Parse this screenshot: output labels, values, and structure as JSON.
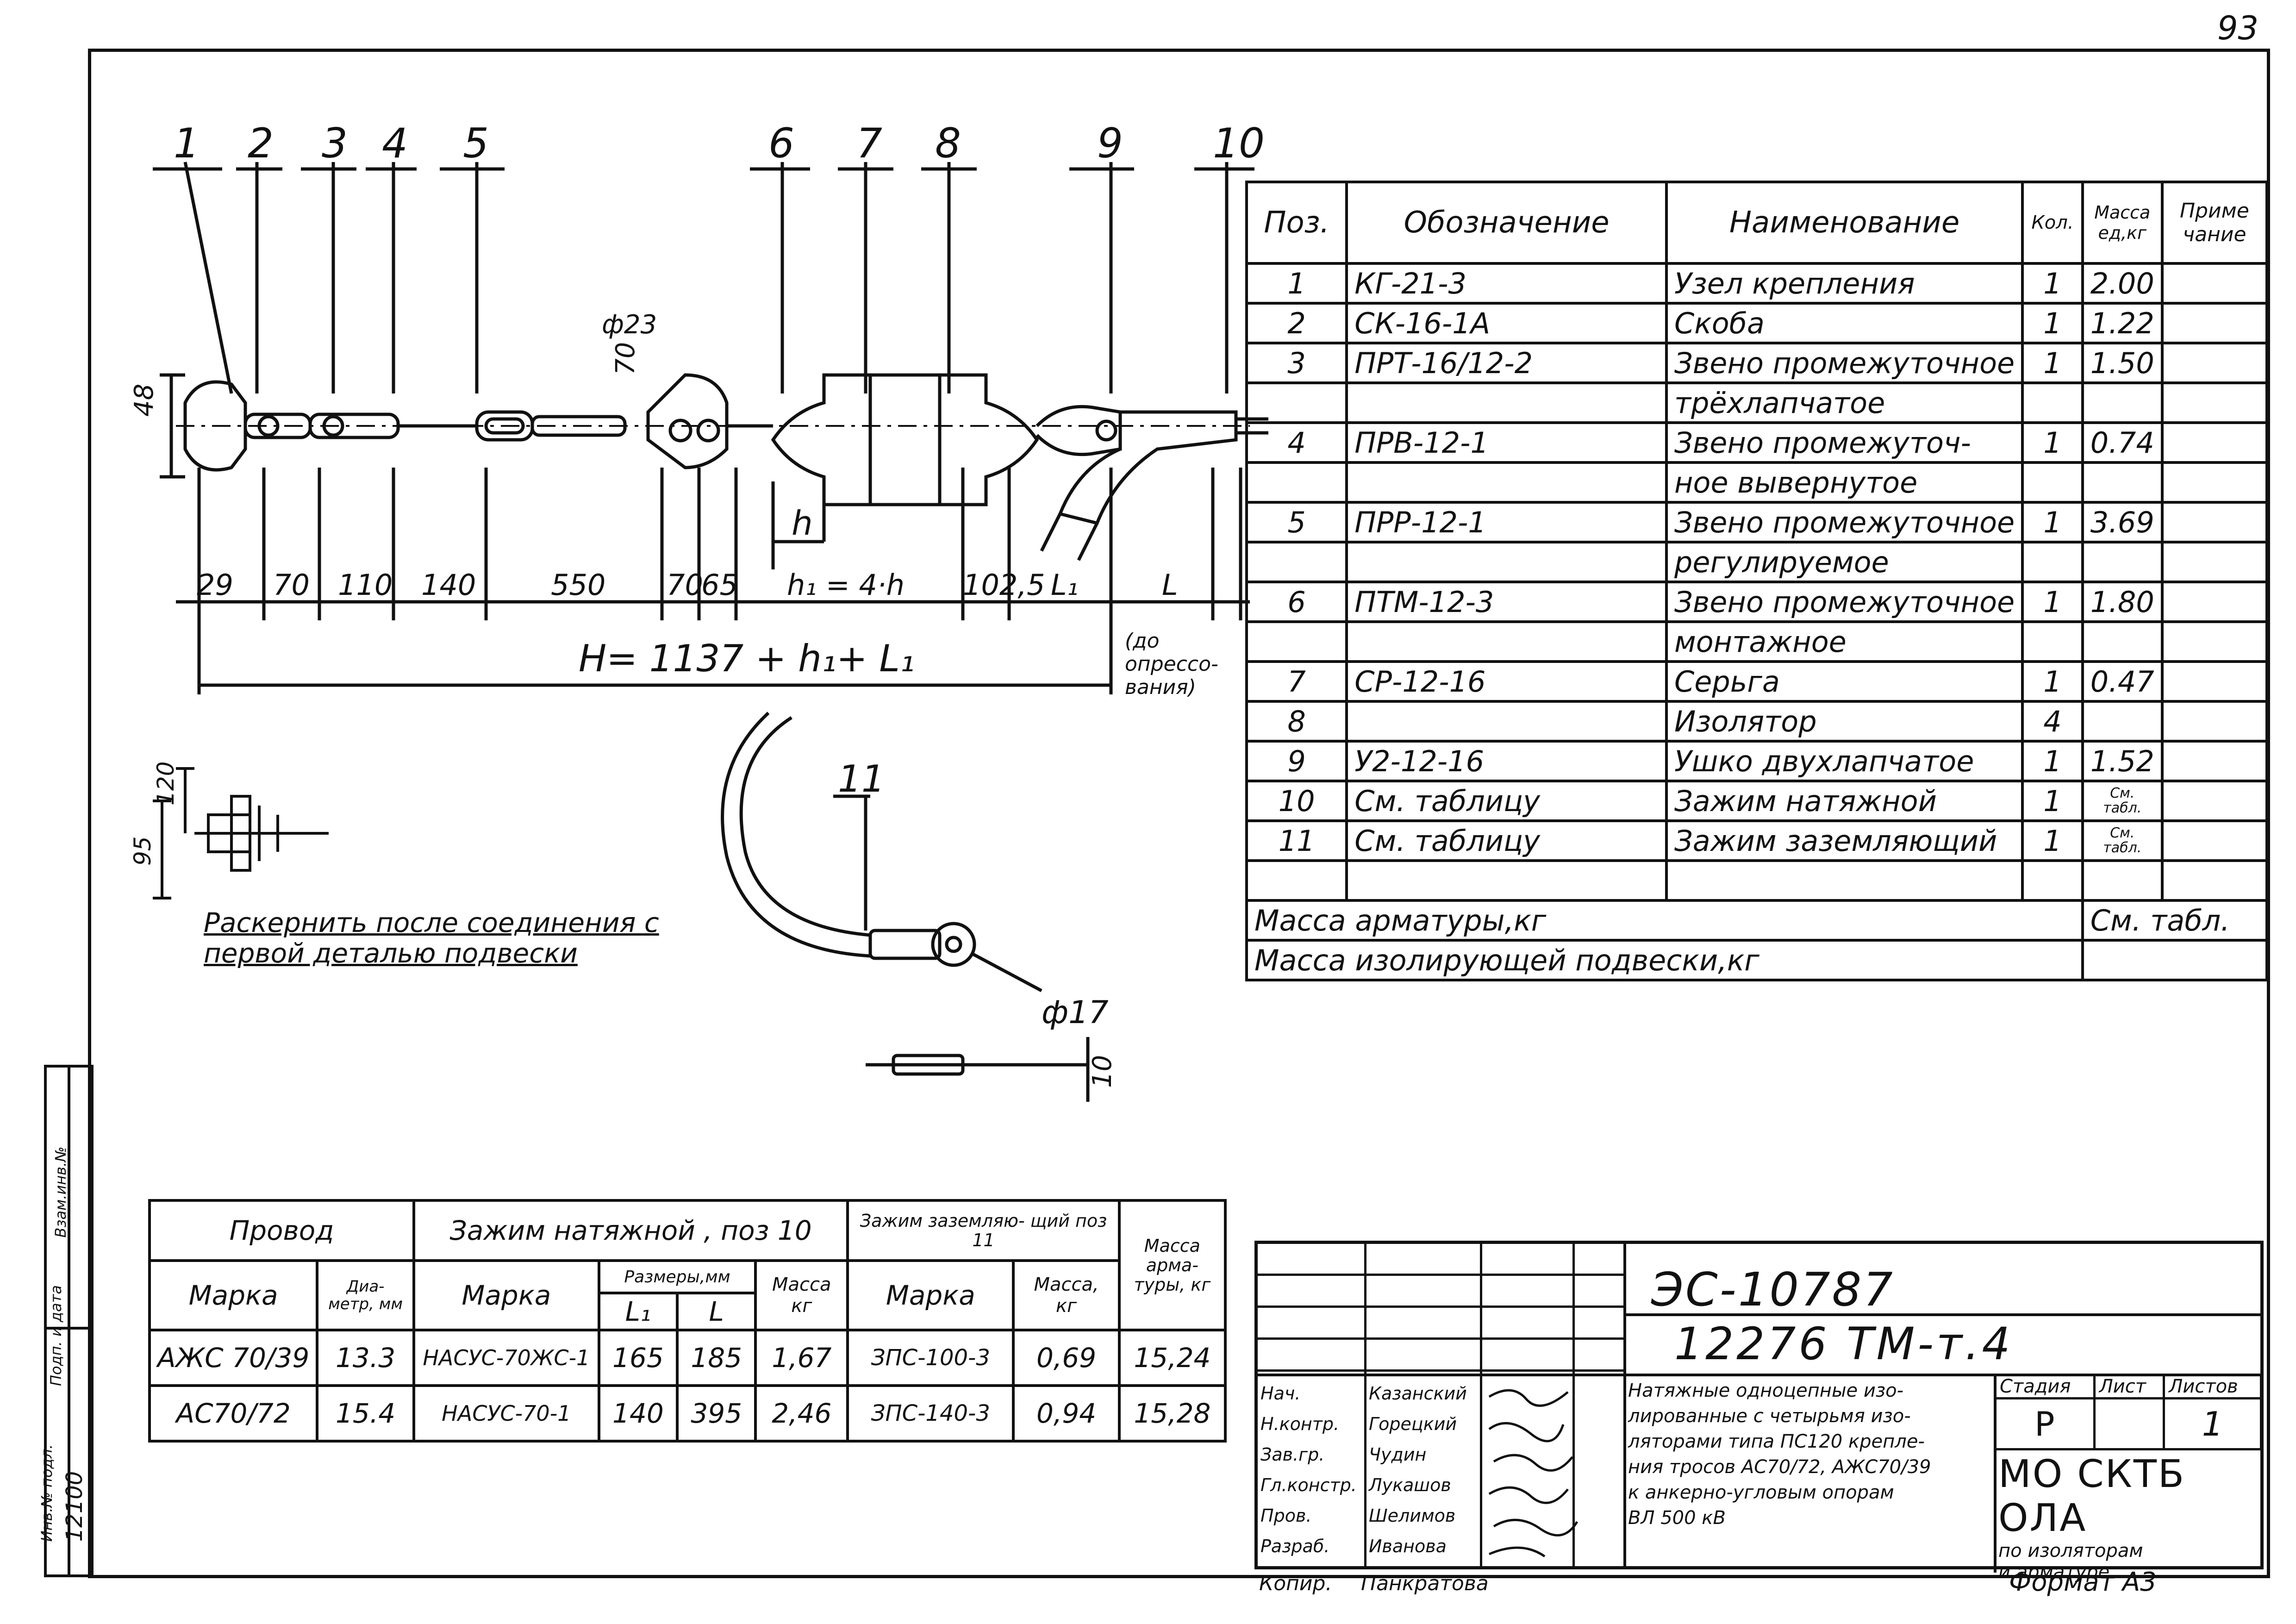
{
  "sheet_number_corner": "93",
  "spec_table": {
    "headers": {
      "pos": "Поз.",
      "designation": "Обозначение",
      "name": "Наименование",
      "qty": "Кол.",
      "mass": "Масса ед,кг",
      "note": "Приме чание"
    },
    "rows": [
      {
        "pos": "1",
        "designation": "КГ-21-3",
        "name": "Узел крепления",
        "qty": "1",
        "mass": "2.00"
      },
      {
        "pos": "2",
        "designation": "СК-16-1А",
        "name": "Скоба",
        "qty": "1",
        "mass": "1.22"
      },
      {
        "pos": "3",
        "designation": "ПРТ-16/12-2",
        "name": "Звено промежуточное",
        "name2": "трёхлапчатое",
        "qty": "1",
        "mass": "1.50"
      },
      {
        "pos": "4",
        "designation": "ПРВ-12-1",
        "name": "Звено промежуточ-",
        "name2": "ное вывернутое",
        "qty": "1",
        "mass": "0.74"
      },
      {
        "pos": "5",
        "designation": "ПРР-12-1",
        "name": "Звено промежуточное",
        "name2": "регулируемое",
        "qty": "1",
        "mass": "3.69"
      },
      {
        "pos": "6",
        "designation": "ПТМ-12-3",
        "name": "Звено промежуточное",
        "name2": "монтажное",
        "qty": "1",
        "mass": "1.80"
      },
      {
        "pos": "7",
        "designation": "СР-12-16",
        "name": "Серьга",
        "qty": "1",
        "mass": "0.47"
      },
      {
        "pos": "8",
        "designation": "",
        "name": "Изолятор",
        "qty": "4",
        "mass": ""
      },
      {
        "pos": "9",
        "designation": "У2-12-16",
        "name": "Ушко двухлапчатое",
        "qty": "1",
        "mass": "1.52"
      },
      {
        "pos": "10",
        "designation": "См. таблицу",
        "name": "Зажим натяжной",
        "qty": "1",
        "mass": "См. табл."
      },
      {
        "pos": "11",
        "designation": "См. таблицу",
        "name": "Зажим заземляющий",
        "qty": "1",
        "mass": "См. табл."
      }
    ],
    "mass_fittings_label": "Масса арматуры,кг",
    "mass_fittings_value": "См. табл.",
    "mass_insulating_label": "Масса изолирующей подвески,кг"
  },
  "drawing": {
    "callouts": [
      "1",
      "2",
      "3",
      "4",
      "5",
      "6",
      "7",
      "8",
      "9",
      "10"
    ],
    "dims": [
      "29",
      "70",
      "110",
      "140",
      "550",
      "70",
      "65",
      "h₁ = 4·h",
      "102,5",
      "L₁",
      "L"
    ],
    "h_label": "h",
    "total_formula": "H= 1137 + h₁+ L₁",
    "pressing_note": "(до опрессо- вания)",
    "dim_48": "48",
    "dim_d23": "ф23",
    "dim_70": "70",
    "detail_120": "120",
    "detail_95": "95",
    "core_note_l1": "Раскернить после соединения с",
    "core_note_l2": "первой деталью подвески",
    "callout_11": "11",
    "dim_d17": "ф17",
    "dim_10": "10"
  },
  "wire_table": {
    "h_wire": "Провод",
    "h_clamp": "Зажим натяжной , поз 10",
    "h_ground": "Зажим заземляю- щий поз 11",
    "h_mass": "Масса арма- туры, кг",
    "h_mark": "Марка",
    "h_diam": "Диа- метр, мм",
    "h_clamp_mark": "Марка",
    "h_dims": "Размеры,мм",
    "h_l1": "L₁",
    "h_l": "L",
    "h_cmass": "Масса кг",
    "h_gmark": "Марка",
    "h_gmass": "Масса, кг",
    "rows": [
      {
        "mark": "АЖС 70/39",
        "diam": "13.3",
        "cmark": "НАСУС-70ЖС-1",
        "l1": "165",
        "l": "185",
        "cmass": "1,67",
        "gmark": "ЗПС-100-3",
        "gmass": "0,69",
        "total": "15,24"
      },
      {
        "mark": "АС70/72",
        "diam": "15.4",
        "cmark": "НАСУС-70-1",
        "l1": "140",
        "l": "395",
        "cmass": "2,46",
        "gmark": "ЗПС-140-3",
        "gmass": "0,94",
        "total": "15,28"
      }
    ]
  },
  "title_block": {
    "code": "ЭС-10787",
    "project": "12276 ТМ-т.4",
    "roles": [
      "Нач.",
      "Н.контр.",
      "Зав.гр.",
      "Гл.констр.",
      "Пров.",
      "Разраб."
    ],
    "names": [
      "Казанский",
      "Горецкий",
      "Чудин",
      "Лукашов",
      "Шелимов",
      "Иванова"
    ],
    "description_lines": [
      "Натяжные одноцепные изо-",
      "лированные с четырьмя изо-",
      "ляторами типа ПС120 крепле-",
      "ния тросов АС70/72, АЖС70/39",
      "к анкерно-угловым опорам",
      "ВЛ 500 кВ"
    ],
    "h_stage": "Стадия",
    "h_sheet": "Лист",
    "h_sheets": "Листов",
    "stage": "Р",
    "sheet": "",
    "sheets": "1",
    "org1": "МО СКТБ ОЛА",
    "org2": "по изоляторам",
    "org3": "и арматуре",
    "copied": "Копир.",
    "copier": "Панкратова",
    "format": "Формат А3"
  },
  "side_stamp": {
    "label1": "Инв.№ подл.",
    "label2": "Подп. и дата",
    "label3": "Взам.инв.№",
    "value": "12100"
  }
}
